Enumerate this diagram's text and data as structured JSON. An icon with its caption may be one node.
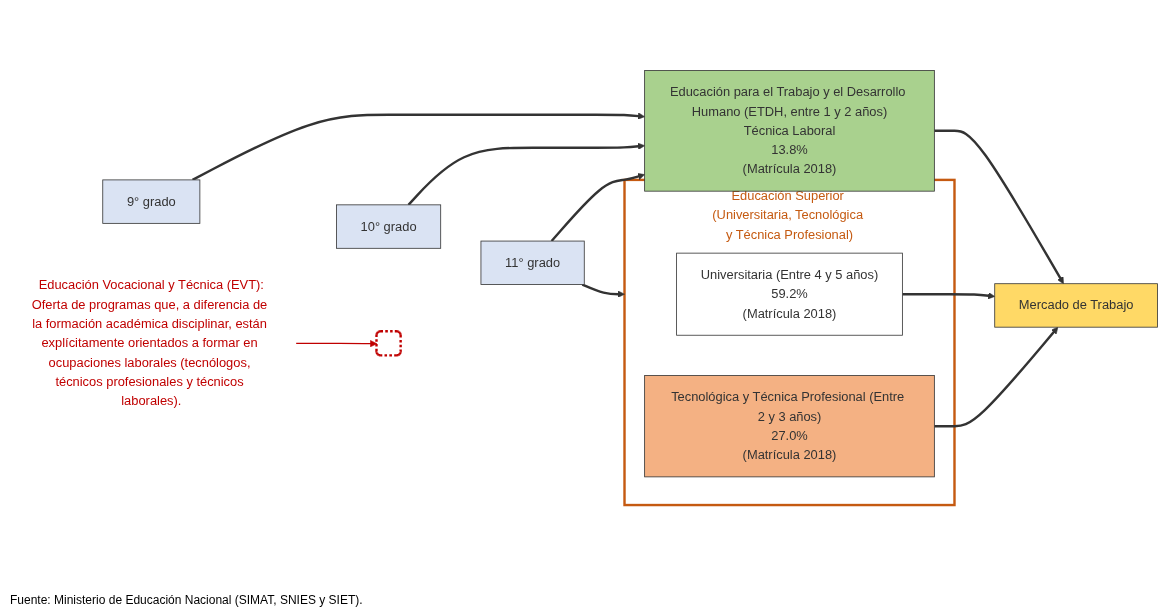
{
  "diagram": {
    "nodes": [
      {
        "text": [
          "9° grado"
        ]
      },
      {
        "text": [
          "10° grado"
        ]
      },
      {
        "text": [
          "11° grado"
        ]
      },
      {
        "text": [
          "Educación Superior (Universitaria, Tecnológica y Técnica Profesional)"
        ]
      },
      {
        "text": [
          "Universitaria (Entre 4 y 5 años)",
          "59.2%",
          "(Matrícula 2018)"
        ],
        "in": 3
      },
      {
        "text": [
          "Tecnológica y Técnica Profesional (Entre 2 y 3 años)",
          "27.0%",
          "(Matrícula 2018)"
        ],
        "in": 3
      },
      {
        "text": [
          "Educación Vocacional y Técnica (EVT):",
          "Oferta de programas que, a diferencia de la formación académica disciplinar, están explícitamente orientados a formar en ocupaciones laborales (tecnólogos, técnicos profesionales y técnicos laborales)."
        ]
      },
      {
        "text": [],
        "shape": "box"
      },
      {
        "text": [
          "Educación para el Trabajo y el Desarrollo Humano (ETDH, entre 1 y 2 años)",
          "Técnica Laboral",
          "13.8%",
          "(Matrícula 2018)"
        ]
      },
      {
        "text": [
          "Mercado de Trabajo"
        ]
      }
    ],
    "edges": [
      {
        "from": 2,
        "to": 3,
        "arrow": "to"
      },
      {
        "from": 0,
        "to": 8,
        "arrow": "to"
      },
      {
        "from": 1,
        "to": 8,
        "arrow": "to"
      },
      {
        "from": 2,
        "to": 8,
        "arrow": "to"
      },
      {
        "from": 6,
        "to": 7,
        "arrow": "to",
        "color": "#c00000"
      },
      {
        "from": 4,
        "to": 9,
        "arrow": "to"
      },
      {
        "from": 5,
        "to": 9,
        "arrow": "to"
      },
      {
        "from": 8,
        "to": 9,
        "arrow": "to"
      }
    ],
    "labels": [
      "Fuente: Ministerio de Educación Nacional (SIMAT, SNIES y SIET)."
    ]
  }
}
